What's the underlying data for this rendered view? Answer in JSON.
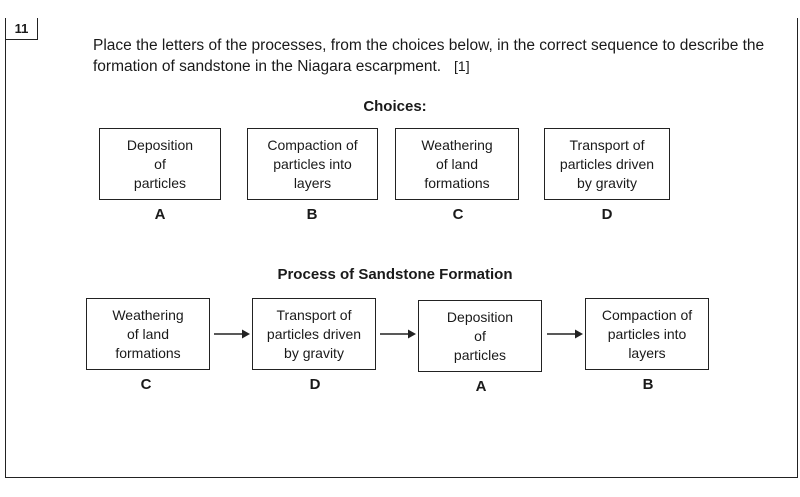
{
  "question": {
    "number": "11",
    "text": "Place the letters of the processes, from the choices below, in the correct sequence to describe the formation of sandstone in the Niagara escarpment.",
    "marks": "[1]"
  },
  "choices": {
    "heading": "Choices:",
    "items": [
      {
        "text": "Deposition\nof\nparticles",
        "letter": "A"
      },
      {
        "text": "Compaction of\nparticles into\nlayers",
        "letter": "B"
      },
      {
        "text": "Weathering\nof land\nformations",
        "letter": "C"
      },
      {
        "text": "Transport of\nparticles driven\nby gravity",
        "letter": "D"
      }
    ]
  },
  "process": {
    "heading": "Process of Sandstone Formation",
    "steps": [
      {
        "text": "Weathering\nof land\nformations",
        "letter": "C"
      },
      {
        "text": "Transport of\nparticles driven\nby gravity",
        "letter": "D"
      },
      {
        "text": "Deposition\nof\nparticles",
        "letter": "A"
      },
      {
        "text": "Compaction of\nparticles into\nlayers",
        "letter": "B"
      }
    ]
  }
}
